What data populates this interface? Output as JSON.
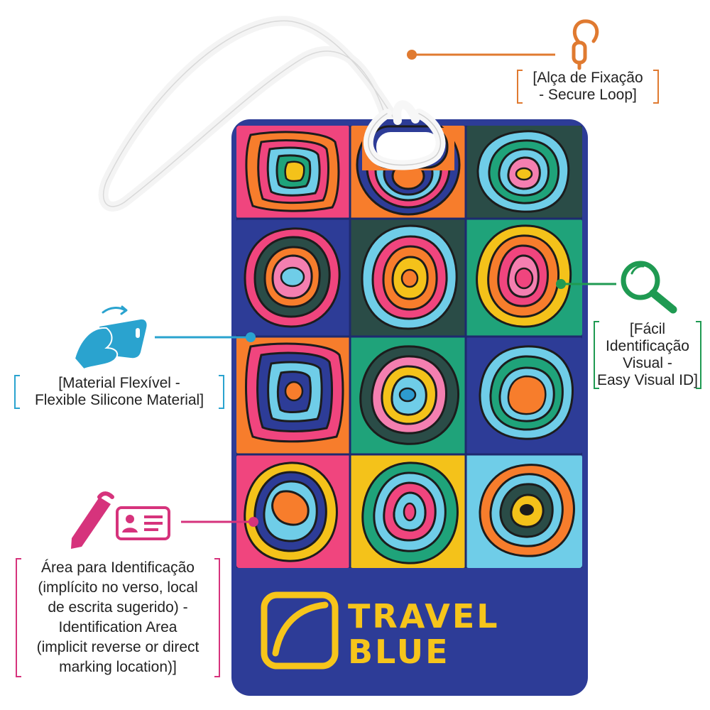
{
  "brand": {
    "line1": "TRAVEL",
    "line2": "BLUE"
  },
  "callouts": {
    "loop": {
      "lines": [
        "[Alça de Fixação",
        "- Secure Loop]"
      ],
      "color": "#e07a30",
      "icon": "loop-strap-icon"
    },
    "visual_id": {
      "lines": [
        "[Fácil",
        "Identificação",
        "Visual -",
        "Easy Visual ID]"
      ],
      "color": "#1f9a52",
      "icon": "magnifier-icon"
    },
    "material": {
      "lines": [
        "[Material Flexível -",
        "Flexible Silicone Material]"
      ],
      "color": "#2aa3cf",
      "icon": "hand-bending-tag-icon"
    },
    "id_area": {
      "lines": [
        "Área para Identificação",
        "(implícito no verso, local",
        "de escrita sugerido) -",
        "Identification Area",
        "(implicit reverse or direct",
        "marking location)]"
      ],
      "color": "#d6337c",
      "icon": "pen-and-id-card-icon"
    }
  },
  "colors": {
    "tag_blue": "#2d3c97",
    "brand_yellow": "#f6c51b",
    "loop": "#ffffff"
  }
}
